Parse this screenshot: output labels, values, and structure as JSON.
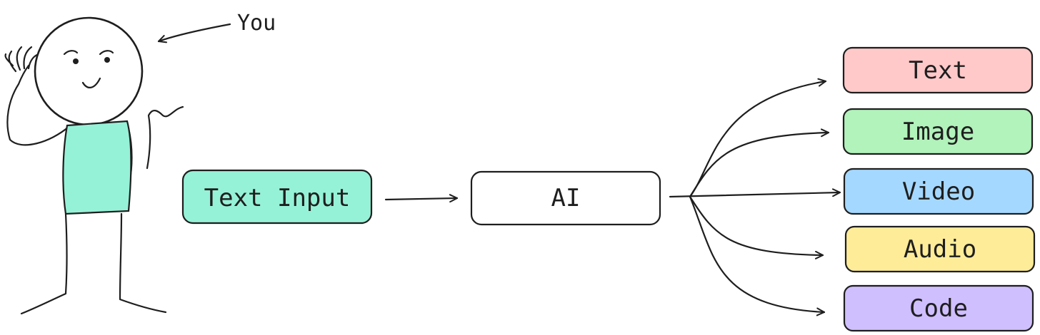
{
  "person_label": "You",
  "input_box": {
    "label": "Text Input",
    "color": "#96f2d7"
  },
  "ai_box": {
    "label": "AI",
    "color": "#ffffff"
  },
  "shirt_color": "#96f2d7",
  "outputs": [
    {
      "label": "Text",
      "color": "#ffc9c9"
    },
    {
      "label": "Image",
      "color": "#b2f2bb"
    },
    {
      "label": "Video",
      "color": "#a5d8ff"
    },
    {
      "label": "Audio",
      "color": "#ffec99"
    },
    {
      "label": "Code",
      "color": "#d0bfff"
    }
  ]
}
